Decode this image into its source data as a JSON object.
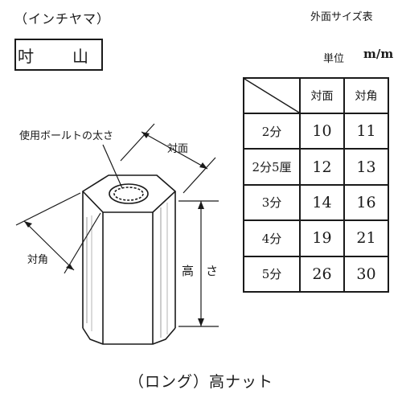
{
  "header": {
    "thread_type": "（インチヤマ）",
    "unit_system": "吋　山"
  },
  "table_info": {
    "title": "外面サイズ表",
    "unit_label": "単位",
    "unit_value": "m/m"
  },
  "size_table": {
    "columns": [
      "対面",
      "対角"
    ],
    "rows": [
      {
        "size": "2分",
        "flat": "10",
        "corner": "11"
      },
      {
        "size": "2分5厘",
        "flat": "12",
        "corner": "13"
      },
      {
        "size": "3分",
        "flat": "14",
        "corner": "16"
      },
      {
        "size": "4分",
        "flat": "19",
        "corner": "21"
      },
      {
        "size": "5分",
        "flat": "26",
        "corner": "30"
      }
    ]
  },
  "diagram": {
    "bolt_label": "使用ボールトの太さ",
    "flat_label": "対面",
    "corner_label": "対角",
    "height_label": "高　さ"
  },
  "caption": "（ロング）高ナット"
}
